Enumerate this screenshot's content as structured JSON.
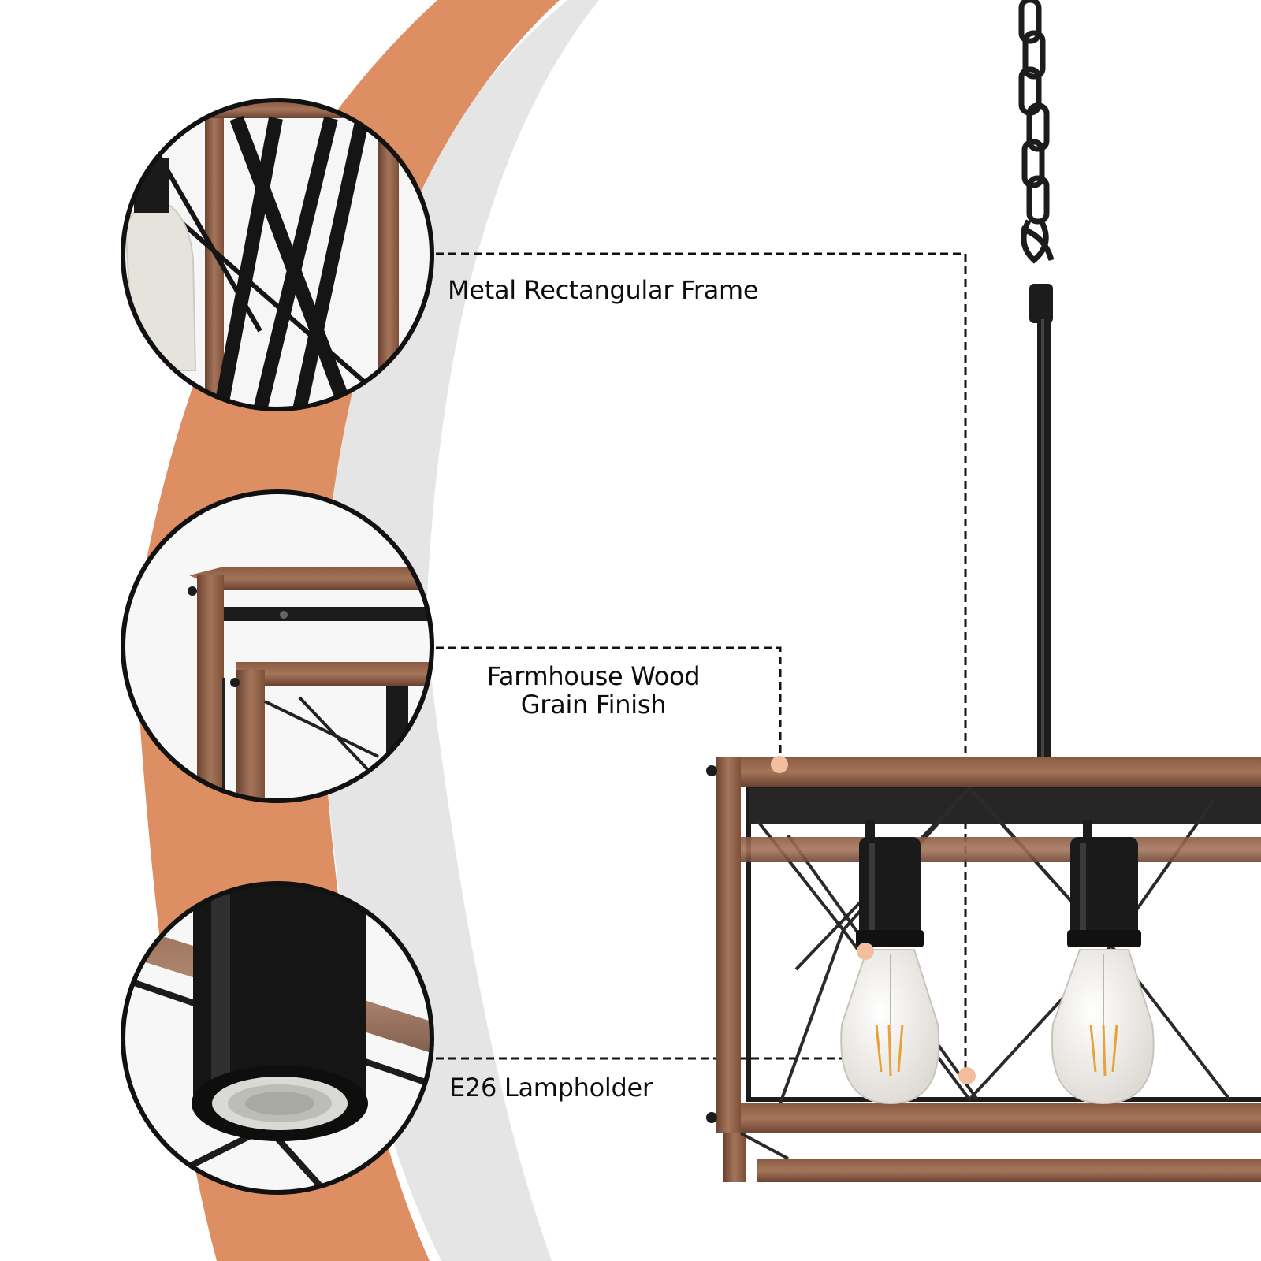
{
  "callouts": {
    "frame": "Metal Rectangular Frame",
    "wood_line1": "Farmhouse Wood",
    "wood_line2": "Grain Finish",
    "holder": "E26 Lampholder"
  },
  "colors": {
    "arc_orange": "#DD8F63",
    "arc_gray": "#E5E5E6",
    "wood_dark": "#6B4330",
    "wood_light": "#9A6A4E",
    "metal_black": "#1C1C1C",
    "dot_peach": "#F2BE9E",
    "bulb_glass": "#F4F1EC",
    "filament": "#E8A23C"
  },
  "icons": {
    "circle_1": "metal-frame-closeup",
    "circle_2": "wood-grain-corner-closeup",
    "circle_3": "lampholder-closeup"
  }
}
